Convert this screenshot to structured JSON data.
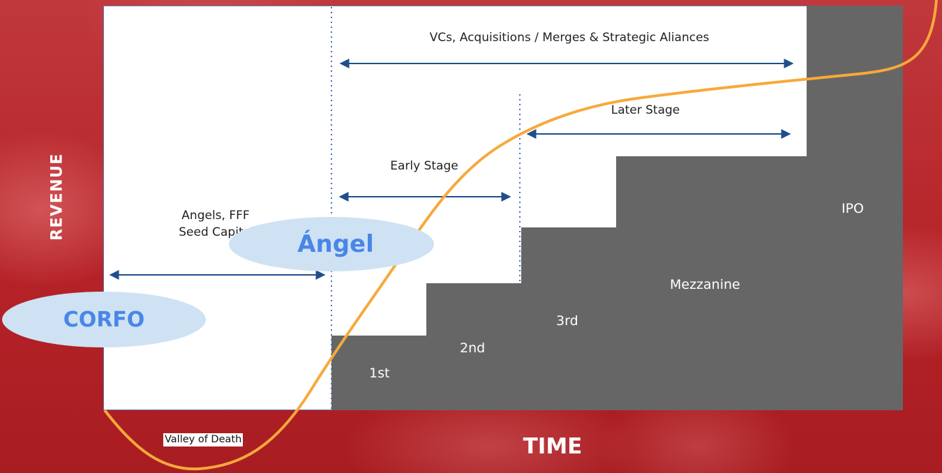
{
  "axes": {
    "y_label": "REVENUE",
    "x_label": "TIME"
  },
  "ranges": {
    "vcs": "VCs, Acquisitions / Merges & Strategic Aliances",
    "later": "Later Stage",
    "early": "Early Stage",
    "angels_line1": "Angels, FFF",
    "angels_line2": "Seed Capital"
  },
  "stages": {
    "first": "1st",
    "second": "2nd",
    "third": "3rd",
    "mezzanine": "Mezzanine",
    "ipo": "IPO"
  },
  "bubbles": {
    "corfo": "CORFO",
    "angel": "Ángel"
  },
  "valley": "Valley of Death",
  "colors": {
    "background": "#b72025",
    "steps": "#666666",
    "curve": "#f6a93b",
    "arrows": "#1f4e8c",
    "bubble_fill": "#cfe2f3",
    "bubble_text": "#4a86e8"
  }
}
